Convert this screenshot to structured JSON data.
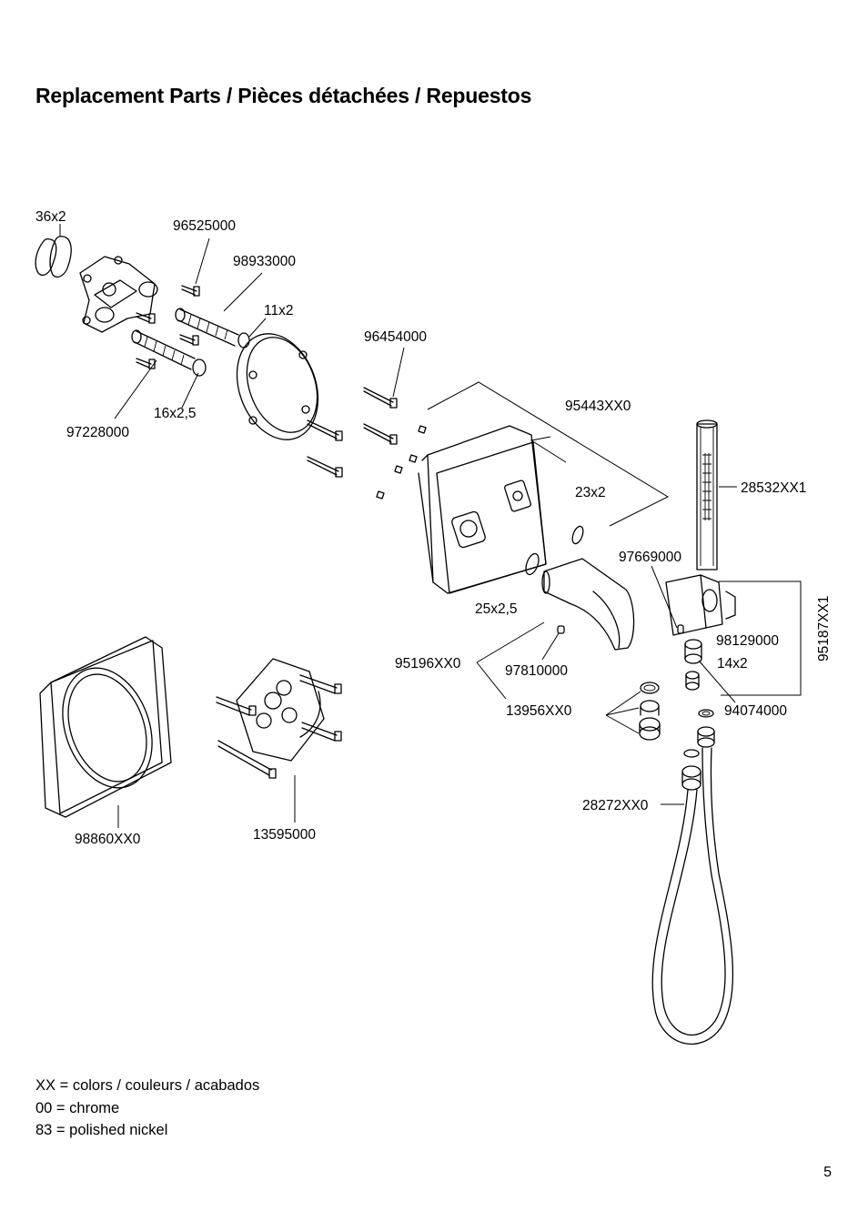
{
  "title": "Replacement Parts / Pièces détachées / Repuestos",
  "parts": {
    "p36x2": "36x2",
    "p96525000": "96525000",
    "p98933000": "98933000",
    "p11x2": "11x2",
    "p96454000": "96454000",
    "p95443XX0": "95443XX0",
    "p28532XX1": "28532XX1",
    "p23x2": "23x2",
    "p16x25": "16x2,5",
    "p97228000": "97228000",
    "p97669000": "97669000",
    "p25x25": "25x2,5",
    "p95187XX1": "95187XX1",
    "p98129000": "98129000",
    "p14x2": "14x2",
    "p95196XX0": "95196XX0",
    "p97810000": "97810000",
    "p13956XX0": "13956XX0",
    "p94074000": "94074000",
    "p28272XX0": "28272XX0",
    "p98860XX0": "98860XX0",
    "p13595000": "13595000"
  },
  "legend": {
    "line1": "XX = colors / couleurs / acabados",
    "line2": "00 = chrome",
    "line3": "83 = polished nickel"
  },
  "page_number": "5"
}
